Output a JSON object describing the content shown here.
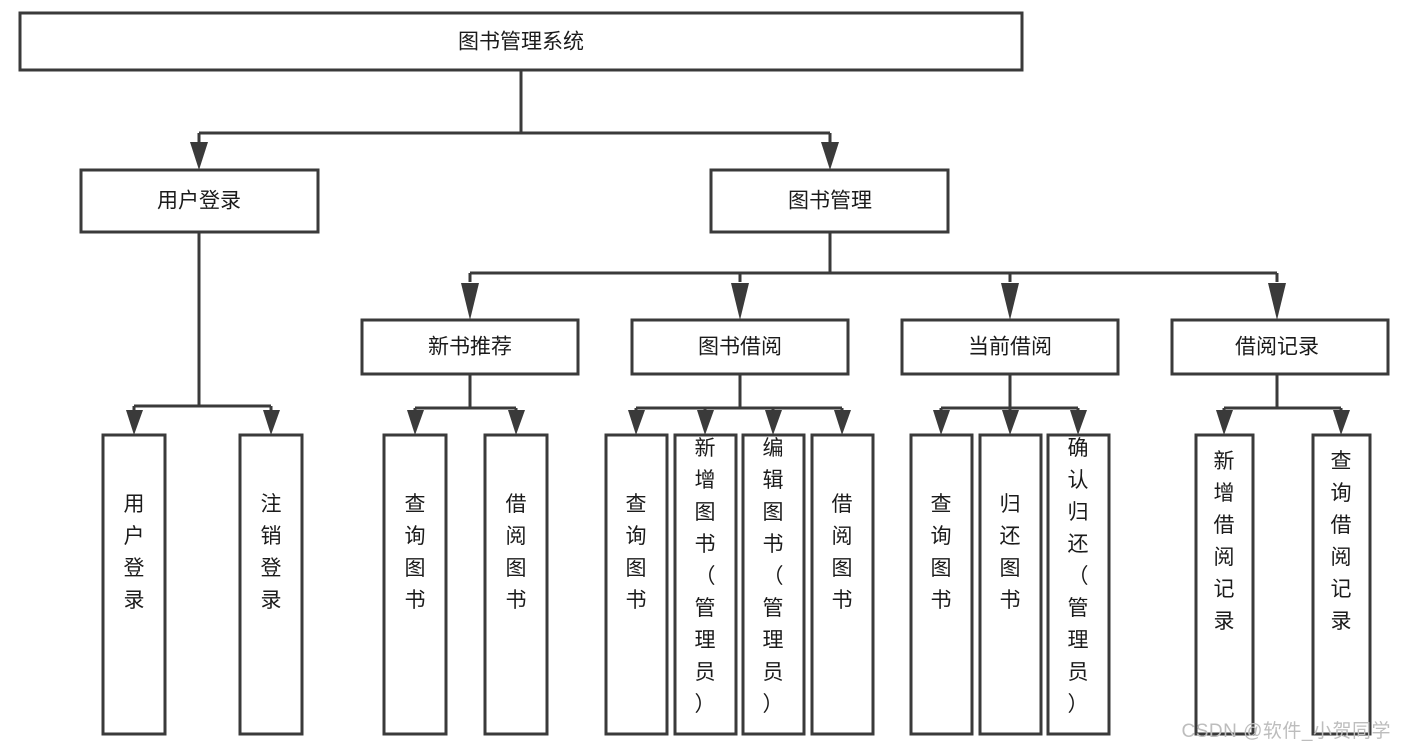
{
  "diagram": {
    "type": "tree-hierarchy",
    "title": "图书管理系统",
    "orientation": "top-down",
    "colors": {
      "box_stroke": "#3a3a3a",
      "box_fill": "#ffffff",
      "connector": "#3a3a3a",
      "text": "#1b1b1b",
      "watermark": "#bdbdbd",
      "background": "#ffffff"
    },
    "root": {
      "label": "图书管理系统"
    },
    "level1": [
      {
        "label": "用户登录"
      },
      {
        "label": "图书管理"
      }
    ],
    "level2": [
      {
        "label": "新书推荐"
      },
      {
        "label": "图书借阅"
      },
      {
        "label": "当前借阅"
      },
      {
        "label": "借阅记录"
      }
    ],
    "leaves": {
      "user_login": [
        {
          "label": "用户登录"
        },
        {
          "label": "注销登录"
        }
      ],
      "new_book_recommend": [
        {
          "label": "查询图书"
        },
        {
          "label": "借阅图书"
        }
      ],
      "book_borrow": [
        {
          "label": "查询图书"
        },
        {
          "label": "新增图书（管理员）"
        },
        {
          "label": "编辑图书（管理员）"
        },
        {
          "label": "借阅图书"
        }
      ],
      "current_borrow": [
        {
          "label": "查询图书"
        },
        {
          "label": "归还图书"
        },
        {
          "label": "确认归还（管理员）"
        }
      ],
      "borrow_record": [
        {
          "label": "新增借阅记录"
        },
        {
          "label": "查询借阅记录"
        }
      ]
    }
  },
  "watermark": {
    "text": "CSDN @软件_小贺同学"
  }
}
